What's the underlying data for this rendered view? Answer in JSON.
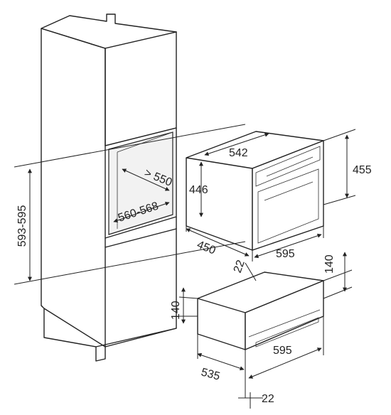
{
  "labels": {
    "niche_depth": "> 550",
    "niche_width": "560-568",
    "niche_height": "593-595",
    "oven_depth_top": "542",
    "oven_inner_height": "446",
    "oven_height": "455",
    "oven_depth": "450",
    "oven_width": "595",
    "offset_top": "22",
    "drawer_height_right": "140",
    "drawer_height_left": "140",
    "drawer_width": "595",
    "drawer_depth": "535",
    "offset_bottom": "22"
  },
  "colors": {
    "line": "#222222",
    "background": "#ffffff",
    "panel": "#f2f2f2"
  }
}
